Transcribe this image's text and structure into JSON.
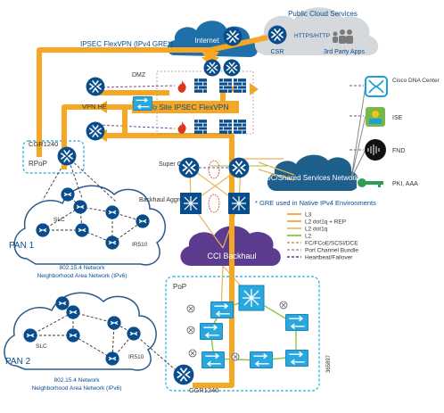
{
  "cloud": {
    "public_cloud": "Public Cloud Services",
    "internet": "Internet",
    "csr": "CSR",
    "https": "HTTPS/HTTP",
    "third_party": "3rd Party Apps"
  },
  "tunnels": {
    "ipsec_flexvpn": "IPSEC FlexVPN (IPv4 GRE*)",
    "site_to_site": "Site To Site IPSEC FlexVPN"
  },
  "nodes": {
    "dmz": "DMZ",
    "vpn_he": "VPN HE",
    "cgr1240_top": "CGR1240",
    "rpop": "RPoP",
    "super_core": "Super Core",
    "backhaul_aggregation": "Backhaul Aggregation",
    "dc_shared": "DC/Shared Services Network",
    "cci_backhaul": "CCI Backhaul",
    "pop": "PoP",
    "cgr1240_bottom": "CGR1240",
    "figure_id": "365897"
  },
  "services": [
    {
      "label": "Cisco DNA Center",
      "icon": "dna-center-icon",
      "color": "#1ba0d7"
    },
    {
      "label": "ISE",
      "icon": "ise-icon",
      "color": "#7ab648"
    },
    {
      "label": "FND",
      "icon": "cisco-fnd-icon",
      "color": "#111111"
    },
    {
      "label": "PKI, AAA",
      "icon": "key-icon",
      "color": "#2e9e4f"
    }
  ],
  "pan1": {
    "name": "PAN 1",
    "slc": "SLC",
    "ir510": "IR510",
    "network": "802.15.4 Network",
    "area": "Neighborhood Area Network (IPv6)"
  },
  "pan2": {
    "name": "PAN 2",
    "slc": "SLC",
    "ir510": "IR510",
    "network": "802.15.4 Network",
    "area": "Neighborhood Area Network (IPv6)"
  },
  "legend": {
    "note": "* GRE used in Native IPv4 Environments",
    "items": [
      {
        "label": "L3",
        "color": "#f0a830",
        "style": "solid"
      },
      {
        "label": "L2 dot1q + REP",
        "color": "#f0a830",
        "style": "solid"
      },
      {
        "label": "L2 dot1q",
        "color": "#e5c06b",
        "style": "solid"
      },
      {
        "label": "L2",
        "color": "#8cc63f",
        "style": "solid"
      },
      {
        "label": "FC/FCoE/SCSI/DCE",
        "color": "#c8a86a",
        "style": "dashed"
      },
      {
        "label": "Port Channel Bundle",
        "color": "#aaaaaa",
        "style": "dashed"
      },
      {
        "label": "Heartbeat/Failover",
        "color": "#7a4ea3",
        "style": "dashed"
      }
    ]
  },
  "colors": {
    "tunnel": "#f5a623",
    "device": "#0a4d8c",
    "switch": "#29a8e0",
    "cloud_blue": "#1f5f8b",
    "cci": "#5b3c8e",
    "pan_border": "#2a5b8a",
    "firewall": "#d9381e"
  }
}
